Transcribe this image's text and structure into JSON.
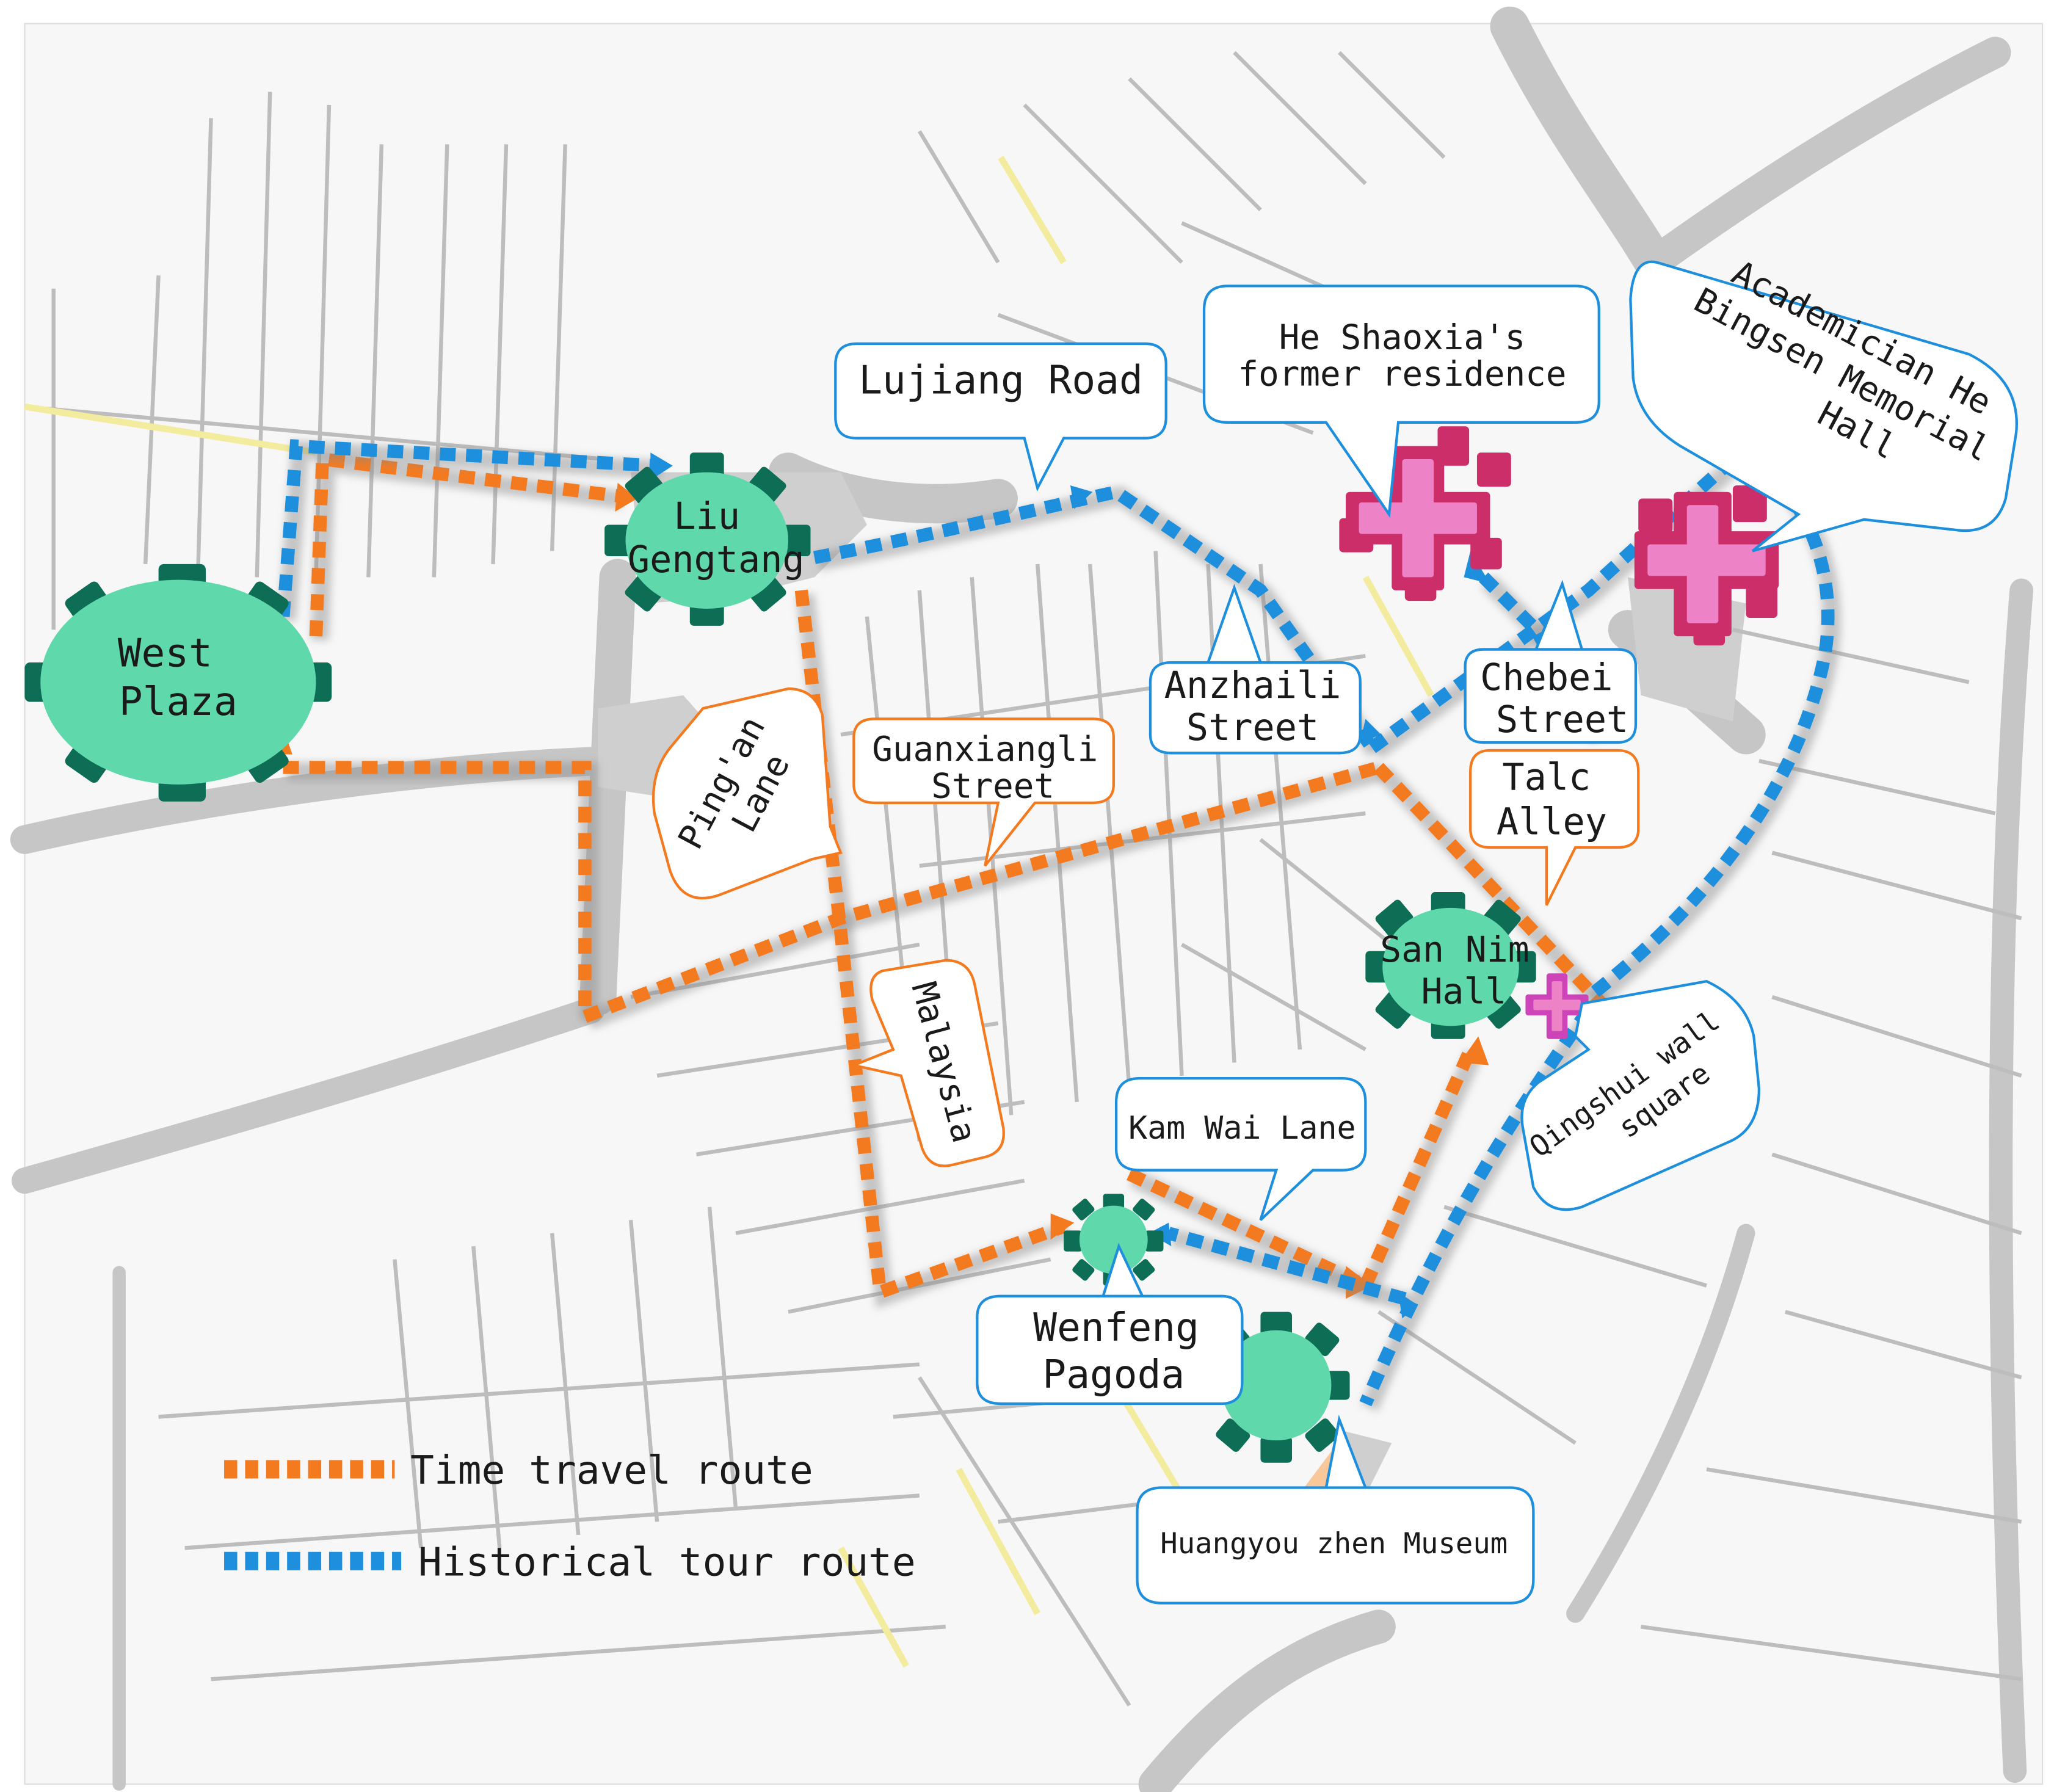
{
  "colors": {
    "time_route": "#f47a20",
    "historical_route": "#1e8fdc",
    "plaza_fill": "#5fd9ac",
    "plaza_teeth": "#0d6e55",
    "residence_fill": "#ee82c6",
    "residence_dark": "#cc2e6a",
    "blue_callout": "#1e8fdc",
    "orange_callout": "#f47a20",
    "street": "#c8c8c8",
    "block_line": "#b8b8b8",
    "accent_yellow": "#f3ec9e"
  },
  "icons": {
    "plaza": "gear-cog-icon",
    "residence": "cross-cluster-icon",
    "arrow": "arrowhead-icon"
  },
  "legend": [
    {
      "label": "Time travel route",
      "route": "time"
    },
    {
      "label": "Historical tour route",
      "route": "historical"
    }
  ],
  "places": {
    "west_plaza": {
      "line1": "West",
      "line2": "Plaza"
    },
    "liu_gengtang": {
      "line1": "Liu",
      "line2": "Gengtang"
    },
    "san_nim_hall": {
      "line1": "San Nim",
      "line2": "Hall"
    },
    "wenfeng_pagoda": {
      "line1": "Wenfeng",
      "line2": "Pagoda"
    }
  },
  "callouts": {
    "lujiang_road": {
      "line1": "Lujiang Road"
    },
    "he_shaoxia": {
      "line1": "He Shaoxia's",
      "line2": "former residence"
    },
    "academician": {
      "line1": "Academician He",
      "line2": "Bingsen Memorial",
      "line3": "Hall"
    },
    "anzhaili": {
      "line1": "Anzhaili",
      "line2": "Street"
    },
    "chebei": {
      "line1": "Chebei",
      "line2": "Street"
    },
    "talc_alley": {
      "line1": "Talc",
      "line2": "Alley"
    },
    "guanxiangli": {
      "line1": "Guanxiangli",
      "line2": "Street"
    },
    "pingan_lane": {
      "line1": "Ping'an",
      "line2": "Lane"
    },
    "malaysia": {
      "line1": "Malaysia"
    },
    "kam_wai_lane": {
      "line1": "Kam Wai Lane"
    },
    "qingshui": {
      "line1": "Qingshui wall",
      "line2": "square"
    },
    "huangyou": {
      "line1": "Huangyou zhen Museum"
    }
  }
}
